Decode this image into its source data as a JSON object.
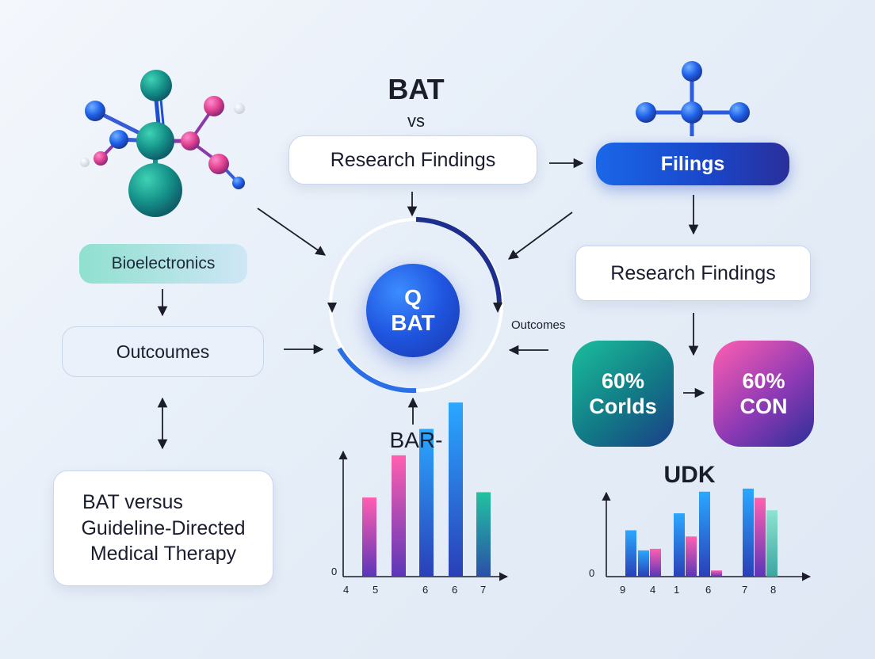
{
  "header": {
    "bat_title": "BAT",
    "vs_label": "vs"
  },
  "boxes": {
    "research_findings_top": "Research Findings",
    "filings": "Filings",
    "research_findings_right": "Research Findings",
    "bioelectronics": "Bioelectronics",
    "outcoumes": "Outcoumes",
    "bat_versus_line1": "BAT versus",
    "bat_versus_line2": "Guideline-Directed",
    "bat_versus_line3": "Medical Therapy"
  },
  "center": {
    "line1": "Q",
    "line2": "BAT",
    "outcomes_label": "Outcomes"
  },
  "tiles": {
    "teal_value": "60%",
    "teal_label": "Corlds",
    "pink_value": "60%",
    "pink_label": "CON"
  },
  "colors": {
    "accent_blue": "#1f5fe8",
    "teal": "#17a591",
    "pink": "#e84aa0",
    "navy": "#1a2a7a"
  },
  "icons": {
    "molecule_left": "molecule-icon",
    "molecule_right": "molecule-icon"
  },
  "chart_data": [
    {
      "type": "bar",
      "title": "BAR-",
      "categories": [
        "4",
        "5",
        "6",
        "6",
        "7"
      ],
      "values": [
        30,
        46,
        56,
        66,
        32
      ],
      "colors": [
        "#e84aa0",
        "#e84aa0",
        "#1f8fe8",
        "#1f8fe8",
        "#17a591"
      ],
      "y_tick_label": "0",
      "ylim": [
        0,
        80
      ]
    },
    {
      "type": "bar",
      "title": "UDK",
      "categories": [
        "9",
        "4",
        "1",
        "6",
        "7",
        "8"
      ],
      "groups": [
        {
          "label": "9",
          "values": [
            30
          ]
        },
        {
          "label": "4",
          "values": [
            17,
            18
          ]
        },
        {
          "label": "1",
          "values": [
            41,
            26
          ]
        },
        {
          "label": "6",
          "values": [
            55,
            4
          ]
        },
        {
          "label": "7",
          "values": [
            57,
            51,
            43
          ]
        },
        {
          "label": "8",
          "values": []
        }
      ],
      "y_tick_label": "0",
      "ylim": [
        0,
        70
      ]
    }
  ]
}
